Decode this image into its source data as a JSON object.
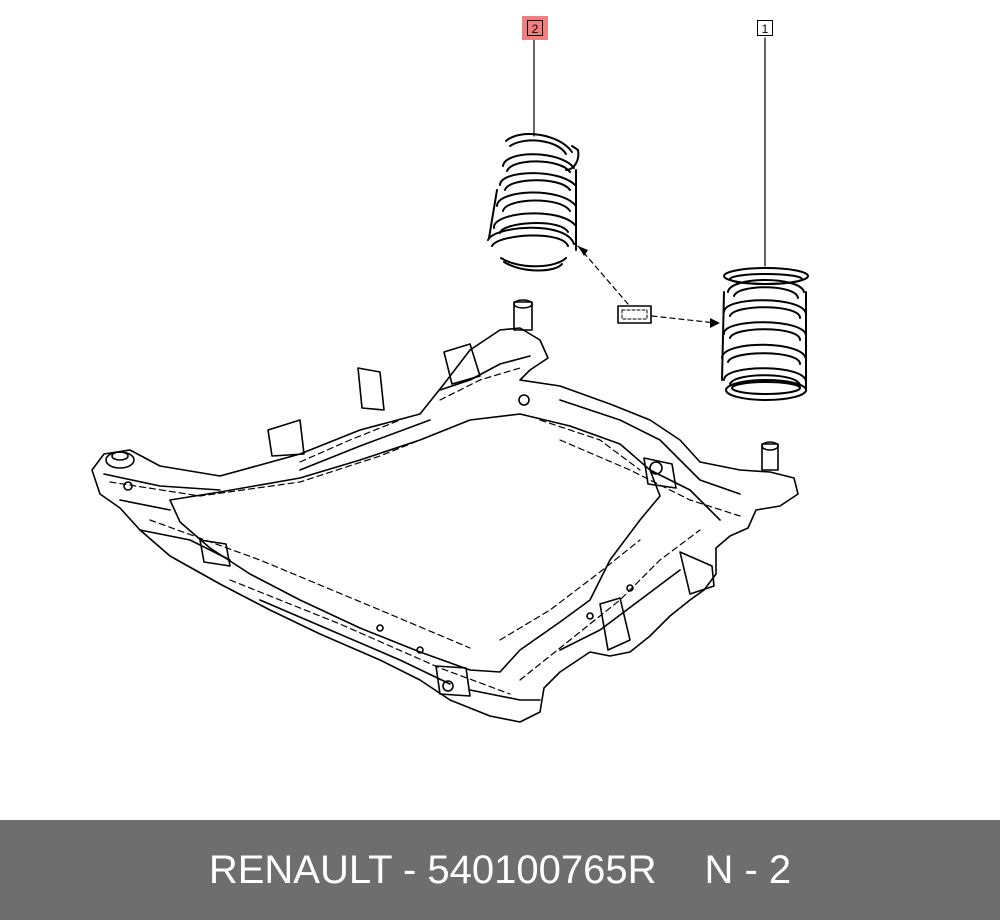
{
  "callouts": [
    {
      "label": "2",
      "highlighted": true
    },
    {
      "label": "1",
      "highlighted": false
    }
  ],
  "footer": {
    "part_text": "RENAULT - 540100765R",
    "item_text": "N - 2"
  },
  "colors": {
    "highlight": "#f08080",
    "footer_bg": "#6e6e6e",
    "footer_text": "#ffffff",
    "line": "#000000"
  }
}
